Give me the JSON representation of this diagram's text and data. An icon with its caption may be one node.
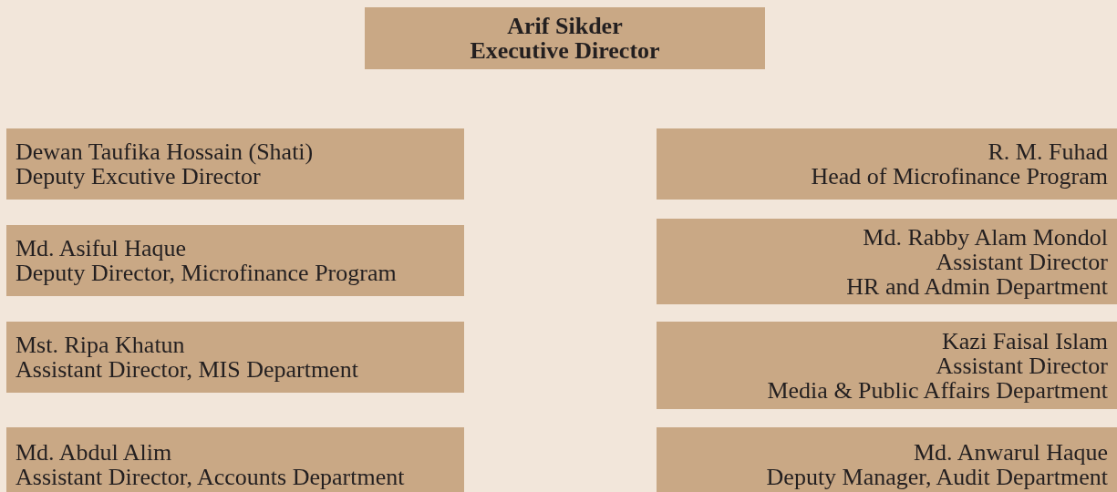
{
  "diagram": {
    "nodes": [
      {
        "text": [
          "Arif Sikder",
          "Executive Director"
        ]
      },
      {
        "text": [
          "Dewan Taufika Hossain (Shati)",
          "Deputy Excutive Director"
        ]
      },
      {
        "text": [
          "R. M. Fuhad",
          "Head of Microfinance Program"
        ]
      },
      {
        "text": [
          "Md. Asiful Haque",
          "Deputy Director, Microfinance Program"
        ]
      },
      {
        "text": [
          "Md. Rabby Alam Mondol",
          "Assistant Director",
          "HR and Admin Department"
        ]
      },
      {
        "text": [
          "Mst. Ripa Khatun",
          "Assistant Director, MIS Department"
        ]
      },
      {
        "text": [
          "Kazi Faisal Islam",
          "Assistant Director",
          "Media & Public Affairs Department"
        ]
      },
      {
        "text": [
          "Md. Abdul Alim",
          "Assistant Director, Accounts Department"
        ]
      },
      {
        "text": [
          "Md. Anwarul Haque",
          "Deputy Manager, Audit Department"
        ]
      }
    ]
  }
}
